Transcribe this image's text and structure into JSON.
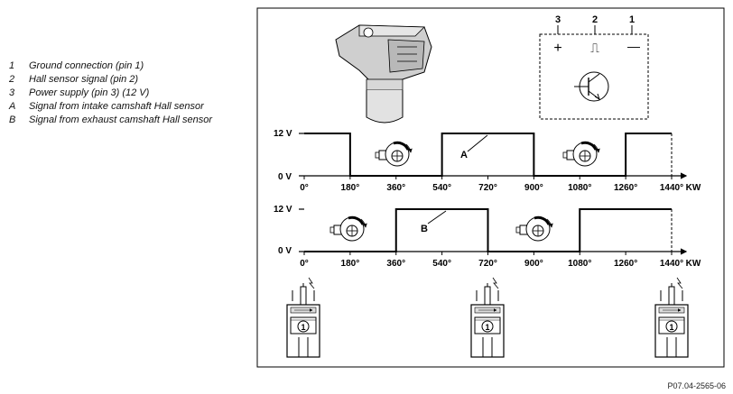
{
  "legend": [
    {
      "key": "1",
      "text": "Ground connection (pin 1)"
    },
    {
      "key": "2",
      "text": "Hall sensor signal (pin 2)"
    },
    {
      "key": "3",
      "text": "Power supply (pin 3) (12 V)"
    },
    {
      "key": "A",
      "text": "Signal from intake camshaft Hall sensor"
    },
    {
      "key": "B",
      "text": "Signal from exhaust camshaft Hall sensor"
    }
  ],
  "pin_labels": [
    "3",
    "2",
    "1"
  ],
  "pin_symbols": [
    "+",
    "⎍",
    "—"
  ],
  "signal_a": {
    "label": "A",
    "y_high": "12 V",
    "y_low": "0 V",
    "x_ticks": [
      "0°",
      "180°",
      "360°",
      "540°",
      "720°",
      "900°",
      "1080°",
      "1260°",
      "1440°"
    ],
    "x_unit": "KW",
    "levels": [
      {
        "from": 0,
        "to": 180,
        "level": 12
      },
      {
        "from": 180,
        "to": 540,
        "level": 0
      },
      {
        "from": 540,
        "to": 900,
        "level": 12
      },
      {
        "from": 900,
        "to": 1260,
        "level": 0
      },
      {
        "from": 1260,
        "to": 1440,
        "level": 12
      }
    ]
  },
  "signal_b": {
    "label": "B",
    "y_high": "12 V",
    "y_low": "0 V",
    "x_ticks": [
      "0°",
      "180°",
      "360°",
      "540°",
      "720°",
      "900°",
      "1080°",
      "1260°",
      "1440°"
    ],
    "x_unit": "KW",
    "levels": [
      {
        "from": 0,
        "to": 360,
        "level": 0
      },
      {
        "from": 360,
        "to": 720,
        "level": 12
      },
      {
        "from": 720,
        "to": 1080,
        "level": 0
      },
      {
        "from": 1080,
        "to": 1440,
        "level": 12
      }
    ]
  },
  "cylinder_number": "1",
  "figure_id": "P07.04-2565-06"
}
